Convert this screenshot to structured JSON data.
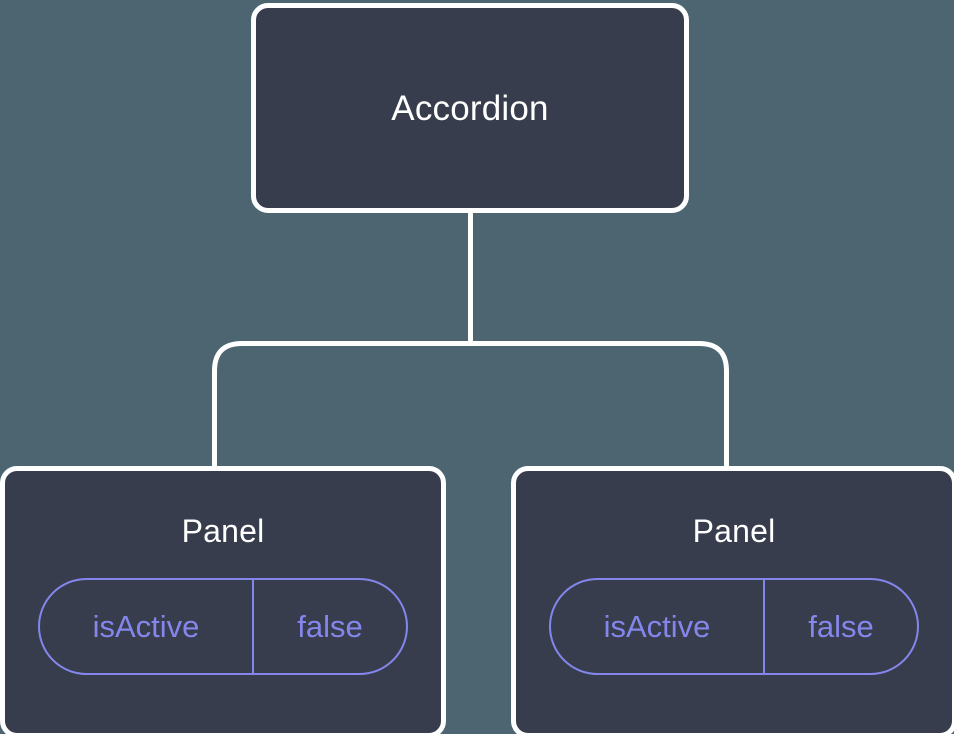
{
  "diagram": {
    "type": "component-tree",
    "background_color": "#4c6570",
    "node_fill_color": "#373d4c",
    "node_border_color": "#ffffff",
    "connector_color": "#ffffff",
    "accent_color": "#8486ec",
    "root": {
      "label": "Accordion"
    },
    "children": [
      {
        "label": "Panel",
        "props": [
          {
            "key": "isActive",
            "value": "false"
          }
        ]
      },
      {
        "label": "Panel",
        "props": [
          {
            "key": "isActive",
            "value": "false"
          }
        ]
      }
    ]
  }
}
